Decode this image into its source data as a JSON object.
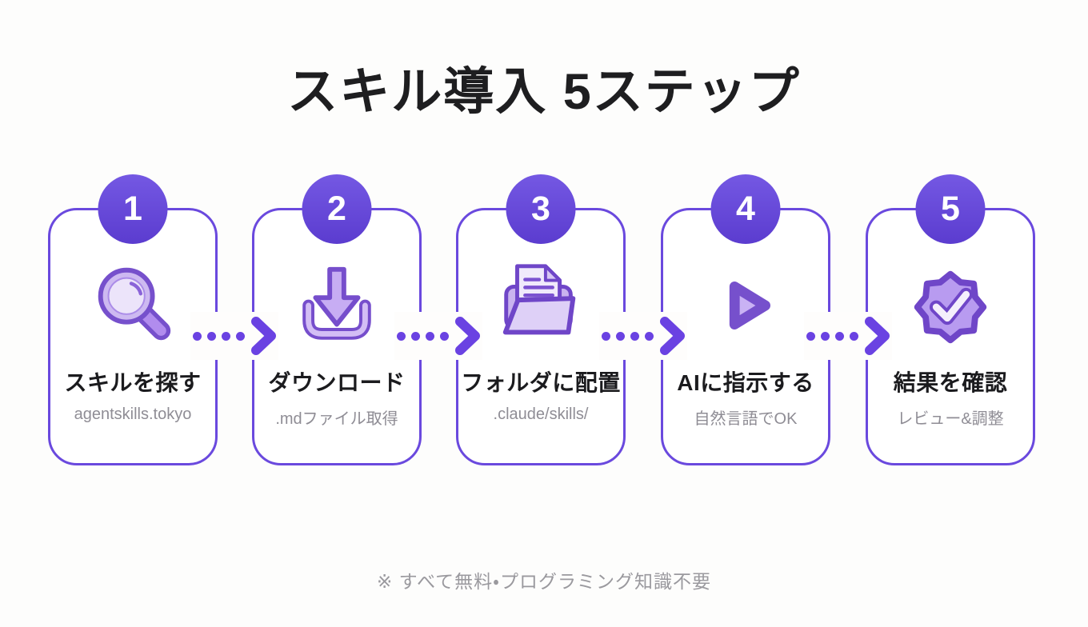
{
  "page": {
    "title": "スキル導入 5ステップ",
    "footer_note": "※ すべて無料・プログラミング知識不要"
  },
  "colors": {
    "accent_purple": "#6a49de",
    "arrow_purple": "#6a42e2",
    "number_badge_gradient_top": "#7458e3",
    "number_badge_gradient_bottom": "#5b3ccf",
    "icon_fill_light": "#cdb9f1",
    "icon_fill_pale": "#ece4fa",
    "icon_stroke": "#7650cc",
    "card_background": "#ffffff",
    "page_background": "#fdfdfc",
    "title_text": "#1e1e20",
    "card_title_text": "#1b1b1e",
    "subtitle_text": "#8f8d95",
    "footer_text": "#9a999e"
  },
  "steps": [
    {
      "number": "1",
      "icon": "magnifier-icon",
      "title": "スキルを探す",
      "subtitle": "agentskills.tokyo"
    },
    {
      "number": "2",
      "icon": "download-icon",
      "title": "ダウンロード",
      "subtitle": ".mdファイル取得"
    },
    {
      "number": "3",
      "icon": "folder-documents-icon",
      "title": "フォルダに配置",
      "subtitle": ".claude/skills/"
    },
    {
      "number": "4",
      "icon": "play-icon",
      "title": "AIに指示する",
      "subtitle": "自然言語でOK"
    },
    {
      "number": "5",
      "icon": "verified-badge-icon",
      "title": "結果を確認",
      "subtitle": "レビュー&調整"
    }
  ]
}
